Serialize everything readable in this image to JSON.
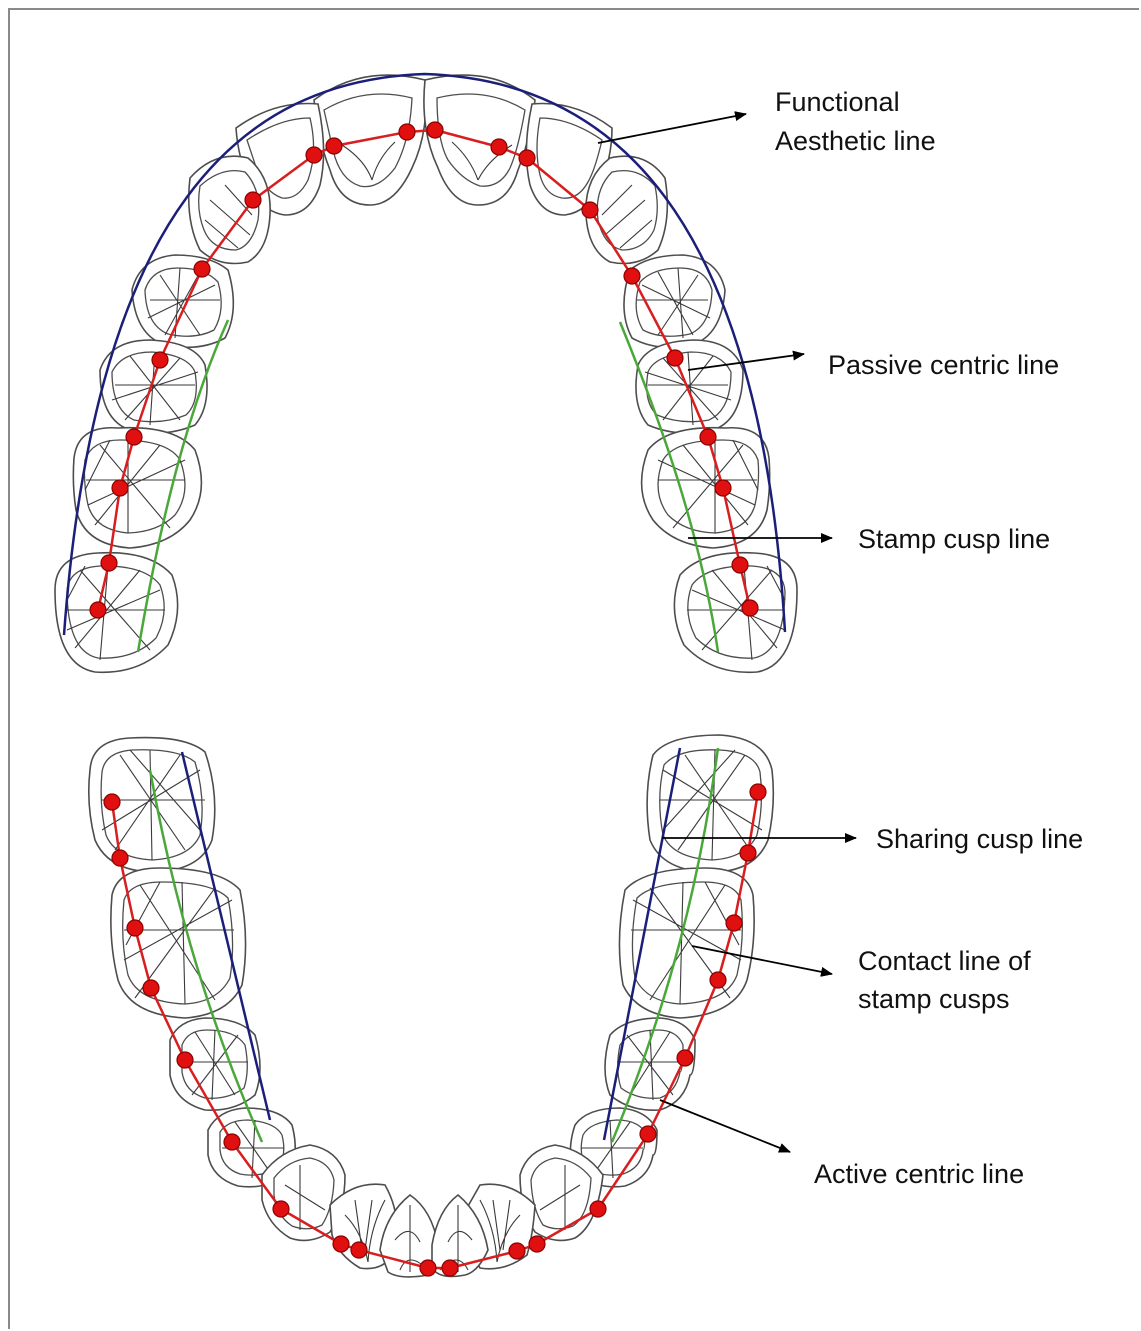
{
  "labels": {
    "functional_aesthetic_line_1": "Functional",
    "functional_aesthetic_line_2": "Aesthetic line",
    "passive_centric_line": "Passive centric line",
    "stamp_cusp_line": "Stamp cusp line",
    "sharing_cusp_line": "Sharing cusp line",
    "contact_line_of_stamp_cusps_1": "Contact line of",
    "contact_line_of_stamp_cusps_2": "stamp cusps",
    "active_centric_line": "Active centric line"
  },
  "colors": {
    "blue_line": "#1c1f7a",
    "red_line": "#d81e1e",
    "green_line": "#4aa83a",
    "contact_dot": "#e01010",
    "tooth_outline": "#4d4d4d",
    "frame": "#8a8a8a"
  }
}
